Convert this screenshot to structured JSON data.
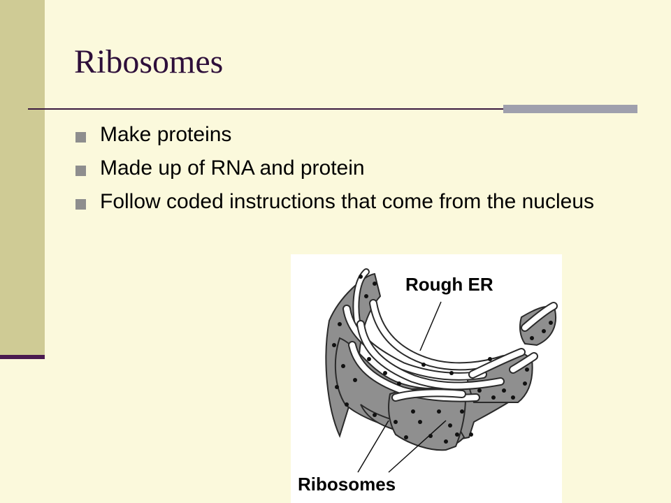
{
  "slide": {
    "title": "Ribosomes",
    "bullets": [
      "Make proteins",
      "Made up of RNA and protein",
      "Follow coded instructions that come from the nucleus"
    ]
  },
  "figure": {
    "labels": {
      "rough_er": "Rough ER",
      "ribosomes": "Ribosomes"
    }
  },
  "colors": {
    "background": "#fbf9dc",
    "side_bar": "#cfcb95",
    "title": "#2e0f3a",
    "accent_dark": "#3a1a3f",
    "accent_grey": "#9fa0ad",
    "bullet_marker": "#8e8e8e",
    "membrane_fill": "#8f8f8f"
  }
}
